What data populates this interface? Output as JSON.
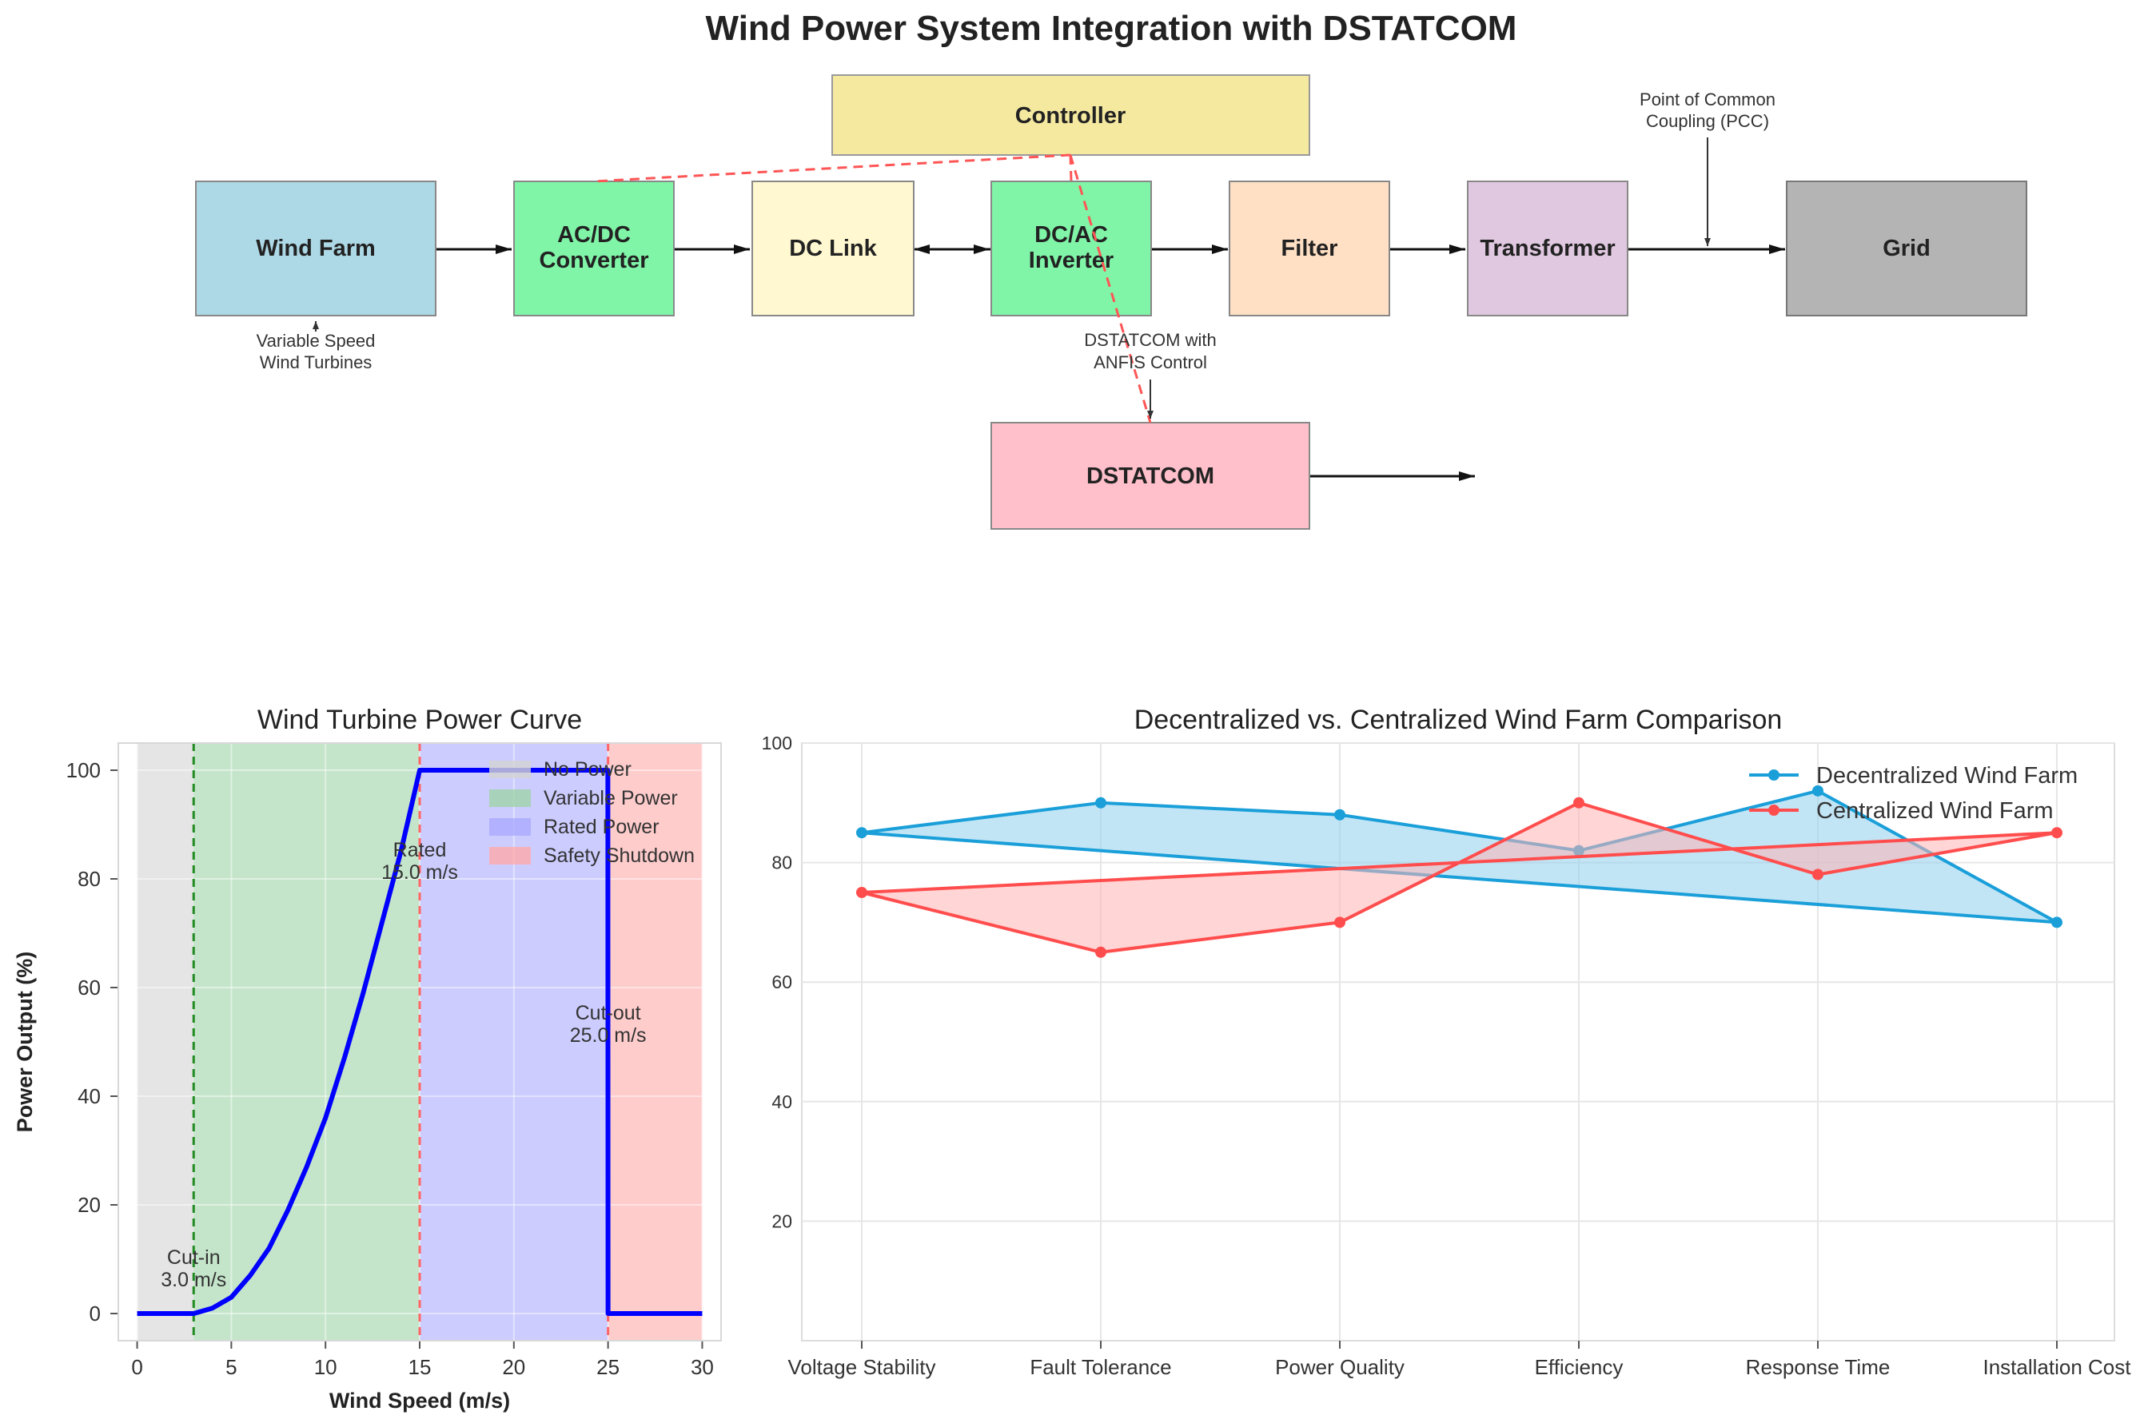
{
  "diagram": {
    "title": "Wind Power System Integration with DSTATCOM",
    "blocks": {
      "controller": "Controller",
      "wind_farm": "Wind Farm",
      "acdc": [
        "AC/DC",
        "Converter"
      ],
      "dc_link": "DC Link",
      "dcac": [
        "DC/AC",
        "Inverter"
      ],
      "filter": "Filter",
      "transformer": "Transformer",
      "grid": "Grid",
      "dstatcom": "DSTATCOM"
    },
    "annotations": {
      "wind_turbines": [
        "Variable Speed",
        "Wind Turbines"
      ],
      "pcc": [
        "Point of Common",
        "Coupling (PCC)"
      ],
      "dstatcom_note": [
        "DSTATCOM with",
        "ANFIS Control"
      ]
    },
    "colors": {
      "controller": "#f5e9a0",
      "wind_farm": "#add8e6",
      "converter": "#80f5a8",
      "dc_link": "#fff8d0",
      "filter": "#ffe0c4",
      "transformer": "#e0c8e0",
      "grid": "#b4b4b4",
      "dstatcom": "#ffc0cb",
      "control_line": "#ff5555"
    }
  },
  "power_curve": {
    "chart_data": {
      "type": "line",
      "title": "Wind Turbine Power Curve",
      "xlabel": "Wind Speed (m/s)",
      "ylabel": "Power Output (%)",
      "xlim": [
        -1,
        31
      ],
      "ylim": [
        -5,
        105
      ],
      "xticks": [
        "0",
        "5",
        "10",
        "15",
        "20",
        "25",
        "30"
      ],
      "yticks": [
        "0",
        "20",
        "40",
        "60",
        "80",
        "100"
      ],
      "x": [
        0,
        3,
        4,
        5,
        6,
        7,
        8,
        9,
        10,
        11,
        12,
        13,
        14,
        15,
        20,
        24.99,
        25,
        30
      ],
      "y": [
        0,
        0,
        1,
        3,
        7,
        12,
        19,
        27,
        36,
        47,
        59,
        72,
        85,
        100,
        100,
        100,
        0,
        0
      ],
      "series_color": "#0000ff",
      "regions": [
        {
          "name": "No Power",
          "from": 0,
          "to": 3,
          "color": "#d3d3d3"
        },
        {
          "name": "Variable Power",
          "from": 3,
          "to": 15,
          "color": "#9fd3a9"
        },
        {
          "name": "Rated Power",
          "from": 15,
          "to": 25,
          "color": "#aaaaff"
        },
        {
          "name": "Safety Shutdown",
          "from": 25,
          "to": 30,
          "color": "#ffaaaa"
        }
      ],
      "markers": [
        {
          "x": 3,
          "label": [
            "Cut-in",
            "3.0 m/s"
          ],
          "color": "#228b22"
        },
        {
          "x": 15,
          "label": [
            "Rated",
            "15.0 m/s"
          ],
          "color": "#ff6666"
        },
        {
          "x": 25,
          "label": [
            "Cut-out",
            "25.0 m/s"
          ],
          "color": "#ff6666"
        }
      ],
      "marker_label_y": [
        5,
        80,
        50
      ],
      "grid": true,
      "legend": "top-right"
    }
  },
  "comparison": {
    "chart_data": {
      "type": "line",
      "title": "Decentralized vs. Centralized Wind Farm Comparison",
      "categories": [
        "Voltage Stability",
        "Fault Tolerance",
        "Power Quality",
        "Efficiency",
        "Response Time",
        "Installation Cost"
      ],
      "yticks": [
        "20",
        "40",
        "60",
        "80",
        "100"
      ],
      "ylim": [
        0,
        100
      ],
      "series": [
        {
          "name": "Decentralized Wind Farm",
          "values": [
            85,
            90,
            88,
            82,
            92,
            70
          ],
          "color": "#1a9fd9",
          "fill": "#8fd0ee"
        },
        {
          "name": "Centralized Wind Farm",
          "values": [
            75,
            65,
            70,
            90,
            78,
            85
          ],
          "color": "#ff4d4d",
          "fill": "#ffb3b3"
        }
      ],
      "closed_polygon": true,
      "grid": true,
      "legend": "top-right"
    }
  }
}
